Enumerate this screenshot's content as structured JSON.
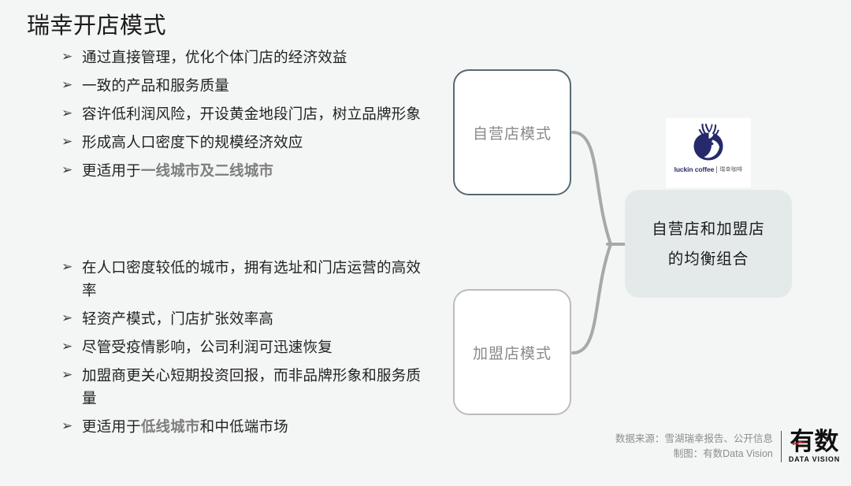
{
  "page": {
    "title": "瑞幸开店模式",
    "background_color": "#f4f5f5"
  },
  "bullets": {
    "marker_glyph": "➢",
    "self_operated": [
      [
        {
          "t": "通过直接管理，优化个体门店的经济效益",
          "hl": false
        }
      ],
      [
        {
          "t": "一致的产品和服务质量",
          "hl": false
        }
      ],
      [
        {
          "t": "容许低利润风险，开设黄金地段门店，树立品牌形象",
          "hl": false
        }
      ],
      [
        {
          "t": "形成高人口密度下的规模经济效应",
          "hl": false
        }
      ],
      [
        {
          "t": "更适用于",
          "hl": false
        },
        {
          "t": "一线城市及二线城市",
          "hl": true
        }
      ]
    ],
    "franchise": [
      [
        {
          "t": "在人口密度较低的城市，拥有选址和门店运营的高效率",
          "hl": false
        }
      ],
      [
        {
          "t": "轻资产模式，门店扩张效率高",
          "hl": false
        }
      ],
      [
        {
          "t": "尽管受疫情影响，公司利润可迅速恢复",
          "hl": false
        }
      ],
      [
        {
          "t": "加盟商更关心短期投资回报，而非品牌形象和服务质量",
          "hl": false
        }
      ],
      [
        {
          "t": "更适用于",
          "hl": false
        },
        {
          "t": "低线城市",
          "hl": true
        },
        {
          "t": "和中低端市场",
          "hl": false
        }
      ]
    ]
  },
  "diagram": {
    "node_self": {
      "label": "自营店模式",
      "border_color": "#546a73"
    },
    "node_franchise": {
      "label": "加盟店模式",
      "border_color": "#bcbcbc"
    },
    "node_result": {
      "line1": "自营店和加盟店",
      "line2": "的均衡组合",
      "fill_color": "#e4e9e9"
    },
    "connector_color": "#a8a8a8"
  },
  "luckin_logo": {
    "wordmark_en": "luckin coffee",
    "wordmark_cn": "瑞幸咖啡",
    "mark_color": "#262a6b"
  },
  "footer": {
    "source_line1": "数据来源：雪湖瑞幸报告、公开信息",
    "source_line2": "制图：有数Data Vision",
    "brand_cn": "有数",
    "brand_en": "DATA VISION",
    "brand_accent_color": "#d0231f"
  }
}
